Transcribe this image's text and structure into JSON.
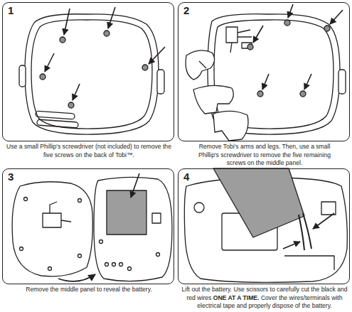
{
  "diagram": {
    "nodes": [
      {
        "text": [
          "1",
          "Use a small Phillip's screwdriver (not included) to remove the five screws on the back of Tobi™."
        ]
      },
      {
        "text": [
          "2",
          "Remove Tobi's arms and legs. Then, use a small Phillip's screwdriver to remove the five remaining screws on the middle panel."
        ]
      },
      {
        "text": [
          "3",
          "Remove the middle panel to reveal the battery."
        ]
      },
      {
        "text": [
          "4",
          "Lift out the battery. Use scissors to carefully cut the black and red wires ONE AT A TIME. Cover the wires/terminals with electrical tape and properly dispose of the battery."
        ]
      }
    ]
  }
}
